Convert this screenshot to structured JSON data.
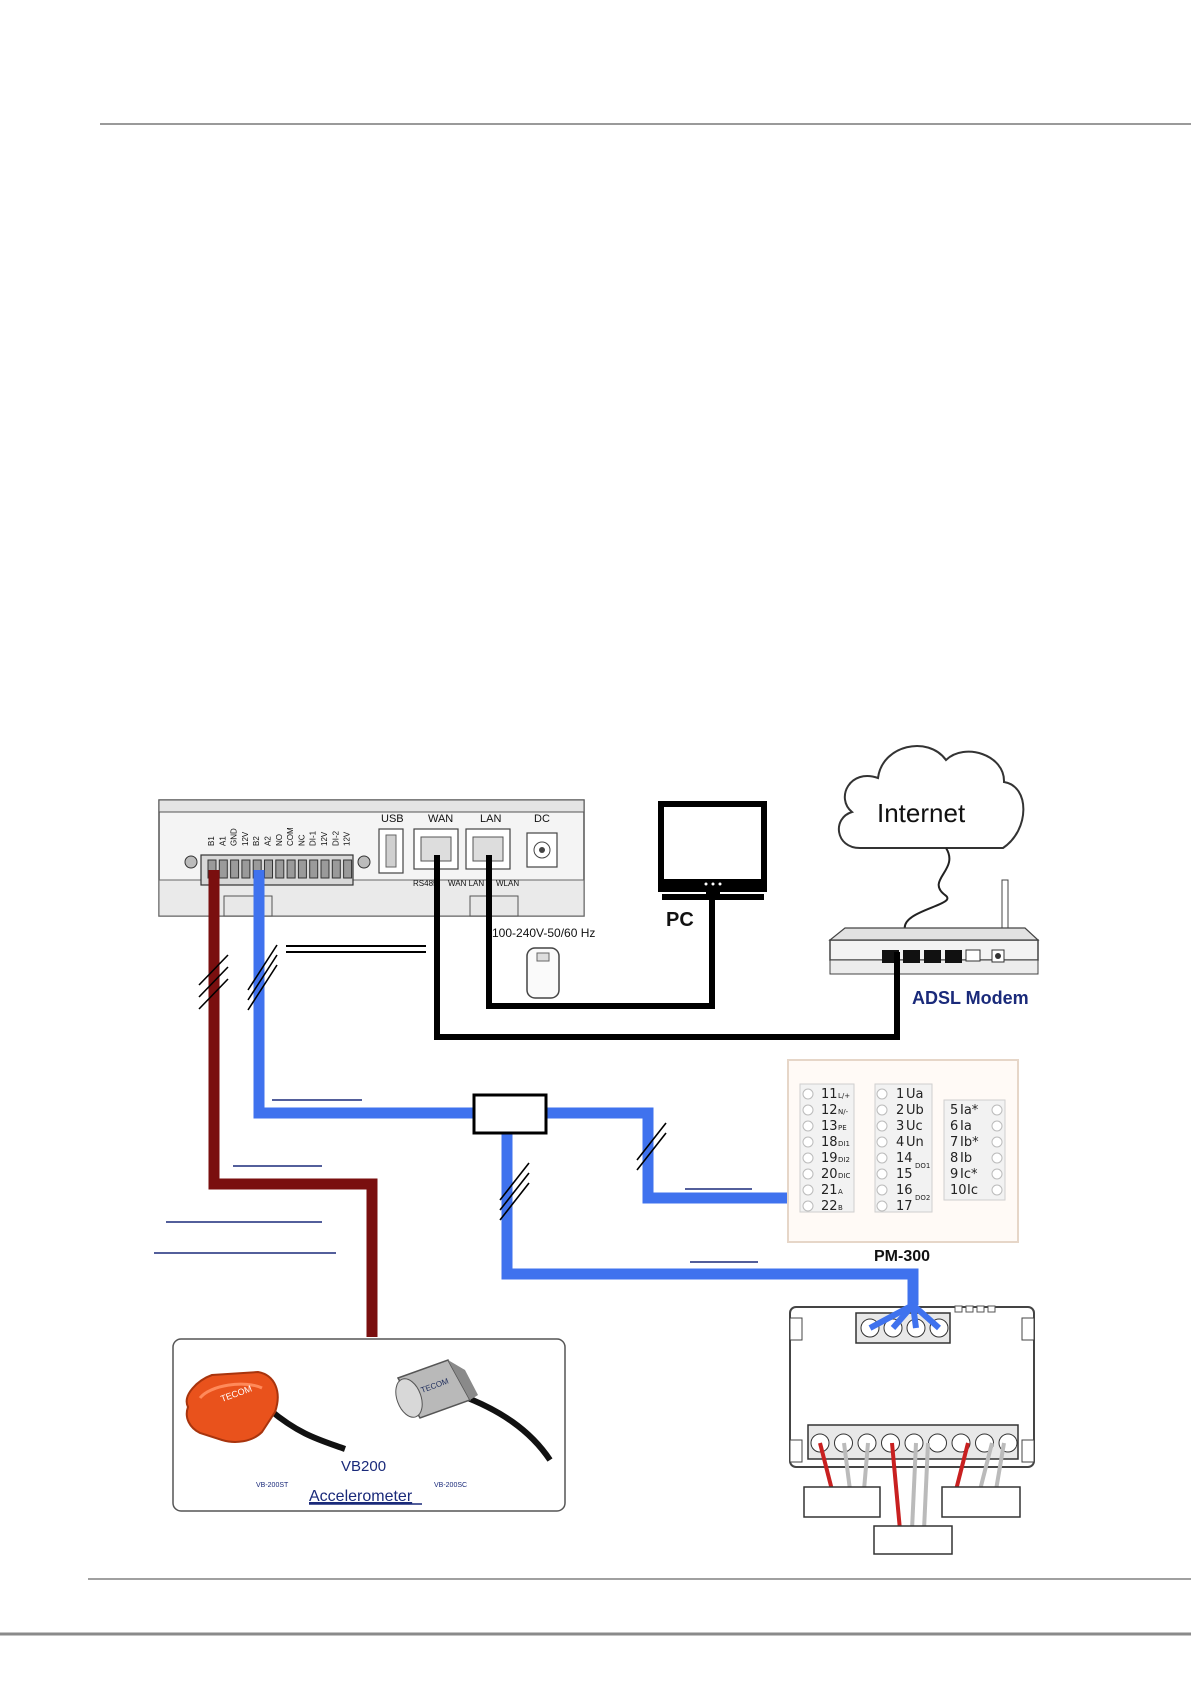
{
  "gateway": {
    "terminal_labels": [
      "B1",
      "A1",
      "GND",
      "12V",
      "B2",
      "A2",
      "NO",
      "COM",
      "NC",
      "DI-1",
      "12V",
      "DI-2",
      "12V"
    ],
    "port_usb": "USB",
    "port_wan": "WAN",
    "port_lan": "LAN",
    "port_dc": "DC",
    "sub_rs485": "RS485",
    "sub_wan_lan": "WAN LAN",
    "sub_wlan": "WLAN",
    "power_spec": "100-240V-50/60 Hz"
  },
  "pc": {
    "label": "PC"
  },
  "internet": {
    "label": "Internet"
  },
  "modem": {
    "label": "ADSL Modem"
  },
  "pm300": {
    "label": "PM-300",
    "col1": [
      {
        "num": "11",
        "sub": "L/+"
      },
      {
        "num": "12",
        "sub": "N/-"
      },
      {
        "num": "13",
        "sub": "PE"
      },
      {
        "num": "18",
        "sub": "DI1"
      },
      {
        "num": "19",
        "sub": "DI2"
      },
      {
        "num": "20",
        "sub": "DIC"
      },
      {
        "num": "21",
        "sub": "A"
      },
      {
        "num": "22",
        "sub": "B"
      }
    ],
    "col2": [
      {
        "num": "1",
        "sub": "Ua"
      },
      {
        "num": "2",
        "sub": "Ub"
      },
      {
        "num": "3",
        "sub": "Uc"
      },
      {
        "num": "4",
        "sub": "Un"
      },
      {
        "num": "14",
        "sub": ""
      },
      {
        "num": "15",
        "sub": ""
      },
      {
        "num": "16",
        "sub": ""
      },
      {
        "num": "17",
        "sub": ""
      }
    ],
    "do_labels": [
      "DO1",
      "DO2"
    ],
    "col3": [
      {
        "num": "5",
        "sub": "Ia*"
      },
      {
        "num": "6",
        "sub": "Ia"
      },
      {
        "num": "7",
        "sub": "Ib*"
      },
      {
        "num": "8",
        "sub": "Ib"
      },
      {
        "num": "9",
        "sub": "Ic*"
      },
      {
        "num": "10",
        "sub": "Ic"
      }
    ]
  },
  "accelerometer": {
    "model": "VB200",
    "title": "Accelerometer",
    "variant_left": "VB-200ST",
    "variant_right": "VB-200SC",
    "brand_left": "TECOM",
    "brand_right": "TECOM"
  },
  "colors": {
    "rs485_blue": "#3f72ee",
    "power_red": "#7a0f0f",
    "cable_black": "#000000",
    "accent_navy": "#1a2a7a"
  }
}
